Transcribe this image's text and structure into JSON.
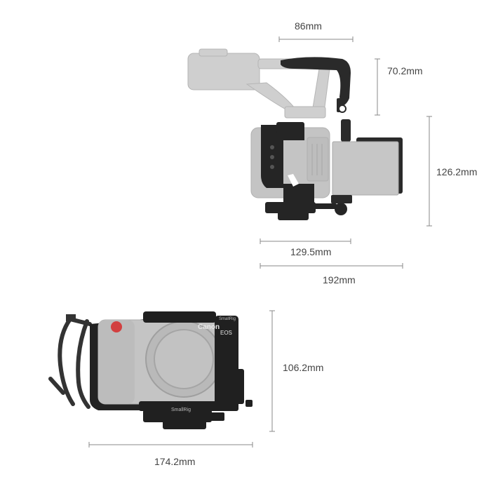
{
  "dimensions": {
    "top_width": "86mm",
    "handle_height": "70.2mm",
    "monitor_height": "126.2mm",
    "cage_width": "129.5mm",
    "total_width": "192mm",
    "rig_height": "106.2mm",
    "rig_width": "174.2mm"
  },
  "labels": {
    "camera_brand": "Canon",
    "camera_model": "EOS",
    "cage_brand_side": "SmallRig",
    "cage_brand_plate": "SmallRig"
  },
  "colors": {
    "camera_grey": "#c4c4c4",
    "cage_black": "#1e1e1e",
    "dimension_line": "#8a8a8a",
    "text": "#444444"
  }
}
